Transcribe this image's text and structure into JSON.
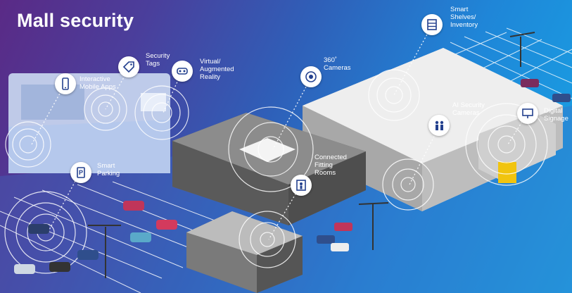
{
  "title": "Mall security",
  "labels": {
    "interactive_mobile_apps": "Interactive\nMobile Apps",
    "security_tags": "Security\nTags",
    "virtual_augmented_reality": "Virtual/\nAugmented\nReality",
    "cameras_360": "360˚\nCameras",
    "smart_shelves_inventory": "Smart\nShelves/\nInventory",
    "ai_security_cameras": "AI Security\nCameras",
    "digital_signage": "Digital\nSignage",
    "connected_fitting_rooms": "Connected\nFitting\nRooms",
    "smart_parking": "Smart\nParking"
  },
  "icons": {
    "mobile": "mobile-phone-icon",
    "tag": "security-tag-icon",
    "vr": "vr-headset-icon",
    "camera360": "camera-360-icon",
    "shelves": "smart-shelves-icon",
    "aicam": "ai-security-camera-icon",
    "signage": "digital-signage-icon",
    "fitting": "fitting-room-icon",
    "parking": "parking-sign-icon"
  },
  "colors": {
    "gradient_start": "#5a2a86",
    "gradient_end": "#17a7e6",
    "icon_bg": "#ffffff",
    "icon_stroke": "#23408e"
  }
}
